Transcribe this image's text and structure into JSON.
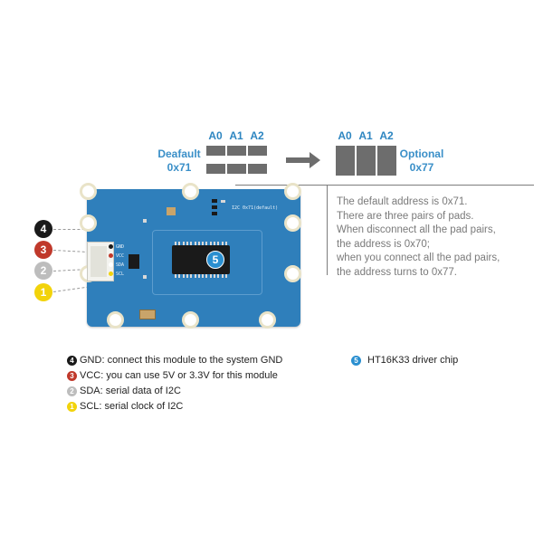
{
  "pads": {
    "labels": [
      "A0",
      "A1",
      "A2"
    ],
    "default_title": "Deafault",
    "default_address": "0x71",
    "optional_title": "Optional",
    "optional_address": "0x77"
  },
  "description": [
    "The default address is 0x71.",
    "There are three pairs of pads.",
    "When disconnect all the pad pairs,",
    "the address is 0x70;",
    "when you connect all the pad pairs,",
    "the address turns to 0x77."
  ],
  "board": {
    "connector_pins": [
      "GND",
      "VCC",
      "SDA",
      "SCL"
    ],
    "address_silk": "I2C 0x71(default)",
    "chip_badge": "5"
  },
  "pins": [
    {
      "number": "4",
      "name": "GND",
      "desc": ": connect this module to the system GND",
      "color": "#1a1a1a"
    },
    {
      "number": "3",
      "name": "VCC",
      "desc": ": you can use 5V or 3.3V for this module",
      "color": "#c0392b"
    },
    {
      "number": "2",
      "name": "SDA",
      "desc": ": serial data of I2C",
      "color": "#bdbdbd"
    },
    {
      "number": "1",
      "name": "SCL",
      "desc": ": serial clock of I2C",
      "color": "#f2d30b"
    }
  ],
  "chip_legend": {
    "number": "5",
    "text": "HT16K33 driver chip",
    "color": "#2a8fd0"
  }
}
